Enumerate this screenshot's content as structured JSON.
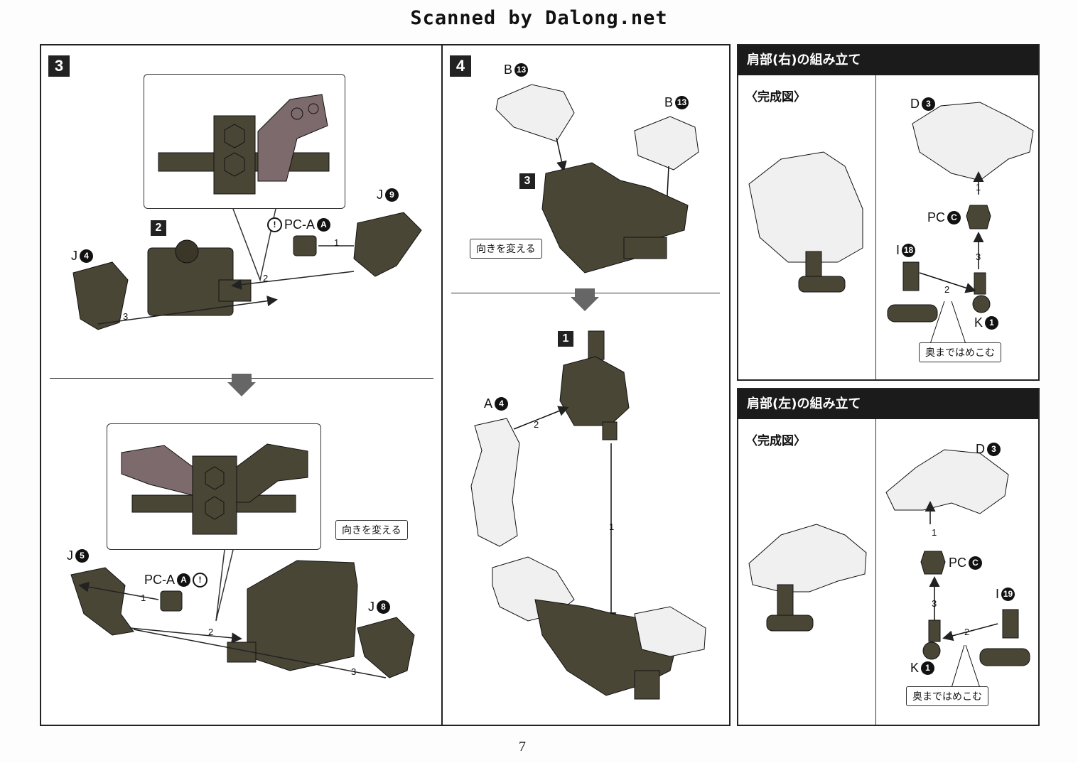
{
  "header": {
    "watermark": "Scanned by Dalong.net"
  },
  "colors": {
    "part_dark": "#4a4636",
    "part_mauve": "#7d6a6c",
    "part_light": "#f0f0f0",
    "arrow": "#777"
  },
  "step3": {
    "badge": "3",
    "top": {
      "sub_badge": "2",
      "labels": {
        "j4": "J",
        "j4_num": "4",
        "pca": "PC-A",
        "pca_sub": "A",
        "j9": "J",
        "j9_num": "9",
        "warn": "!"
      },
      "seq": [
        "1",
        "2",
        "3"
      ]
    },
    "bottom": {
      "labels": {
        "j5": "J",
        "j5_num": "5",
        "pca": "PC-A",
        "pca_sub": "A",
        "j8": "J",
        "j8_num": "8",
        "warn": "!"
      },
      "note": "向きを変える",
      "seq": [
        "1",
        "2",
        "3"
      ]
    }
  },
  "step4": {
    "badge": "4",
    "top": {
      "sub_badge": "3",
      "labels": {
        "b13a": "B",
        "b13a_num": "13",
        "b13b": "B",
        "b13b_num": "13"
      },
      "note": "向きを変える"
    },
    "bottom": {
      "sub_badge": "1",
      "labels": {
        "a4": "A",
        "a4_num": "4"
      },
      "seq": [
        "1",
        "2"
      ]
    }
  },
  "shoulder_right": {
    "title": "肩部(右)の組み立て",
    "caption": "〈完成図〉",
    "labels": {
      "d3": "D",
      "d3_num": "3",
      "pc": "PC",
      "pc_sub": "C",
      "i18": "I",
      "i18_num": "18",
      "k1": "K",
      "k1_num": "1"
    },
    "note": "奥まではめこむ",
    "seq": [
      "1",
      "2",
      "3"
    ]
  },
  "shoulder_left": {
    "title": "肩部(左)の組み立て",
    "caption": "〈完成図〉",
    "labels": {
      "d3": "D",
      "d3_num": "3",
      "pc": "PC",
      "pc_sub": "C",
      "i19": "I",
      "i19_num": "19",
      "k1": "K",
      "k1_num": "1"
    },
    "note": "奥まではめこむ",
    "seq": [
      "1",
      "2",
      "3"
    ]
  },
  "page_number": "7"
}
